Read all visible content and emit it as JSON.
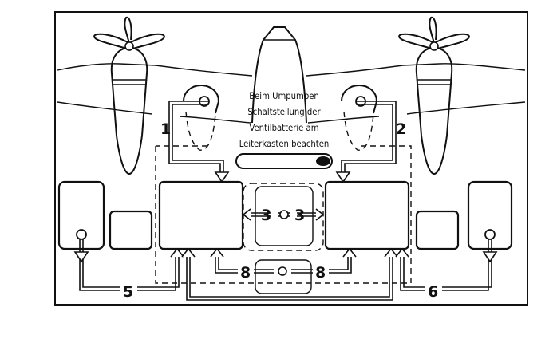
{
  "note_lines": [
    "Beim Umpumpen",
    "Schaltstellung der",
    "Ventilbatterie am",
    "Leiterkasten beachten"
  ],
  "labels": {
    "pump_left": "1",
    "pump_right": "2",
    "center_left": "3",
    "center_right": "3",
    "bottom_left": "8",
    "bottom_right": "8",
    "line_left": "5",
    "line_right": "6"
  }
}
